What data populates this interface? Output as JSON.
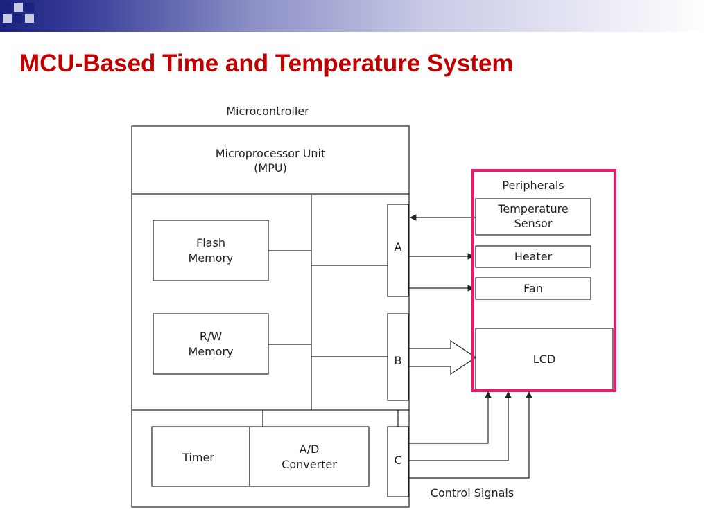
{
  "slide": {
    "title": "MCU-Based Time and Temperature System"
  },
  "colors": {
    "title": "#c00000",
    "header_dark": "#1a237e",
    "peripherals_border": "#e8196e",
    "line": "#222222"
  },
  "diagram": {
    "microcontroller_label": "Microcontroller",
    "mpu_line1": "Microprocessor Unit",
    "mpu_line2": "(MPU)",
    "flash_line1": "Flash",
    "flash_line2": "Memory",
    "rw_line1": "R/W",
    "rw_line2": "Memory",
    "timer": "Timer",
    "ad_line1": "A/D",
    "ad_line2": "Converter",
    "port_a": "A",
    "port_b": "B",
    "port_c": "C",
    "peripherals_label": "Peripherals",
    "temp_line1": "Temperature",
    "temp_line2": "Sensor",
    "heater": "Heater",
    "fan": "Fan",
    "lcd": "LCD",
    "control_signals": "Control Signals"
  }
}
